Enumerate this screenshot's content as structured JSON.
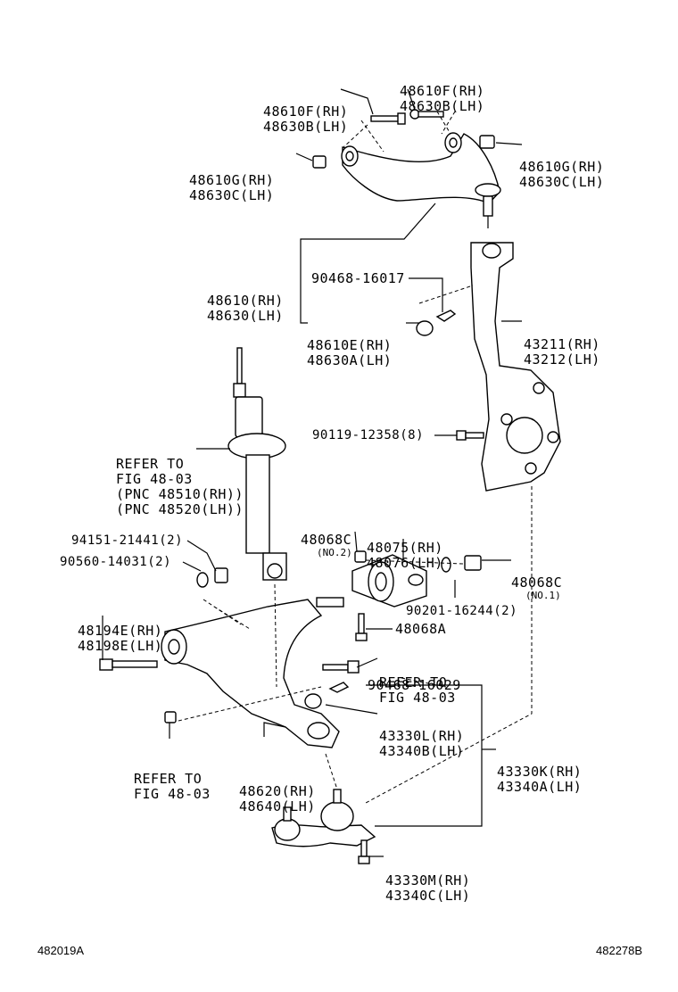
{
  "callouts": {
    "upper_bolt_left": [
      "48610F(RH)",
      "48630B(LH)"
    ],
    "upper_bolt_right": [
      "48610F(RH)",
      "48630B(LH)"
    ],
    "bushing_left": [
      "48610G(RH)",
      "48630C(LH)"
    ],
    "bushing_right": [
      "48610G(RH)",
      "48630C(LH)"
    ],
    "upper_arm": [
      "48610(RH)",
      "48630(LH)"
    ],
    "clip_upper": "90468-16017",
    "ball_joint_upper": [
      "48610E(RH)",
      "48630A(LH)"
    ],
    "knuckle": [
      "43211(RH)",
      "43212(LH)"
    ],
    "knuckle_bolt": "90119-12358(8)",
    "refer_shock": [
      "REFER TO",
      "FIG 48-03",
      "(PNC 48510(RH))",
      "(PNC 48520(LH))"
    ],
    "nut_no2": "48068C",
    "nut_no2_note": "(NO.2)",
    "lower_bushing": [
      "48075(RH)",
      "48076(LH)"
    ],
    "nut_no1": "48068C",
    "nut_no1_note": "(NO.1)",
    "washer": "90201-16244(2)",
    "bolt_48068a": "48068A",
    "nut_94151": "94151-21441(2)",
    "nut_90560": "90560-14031(2)",
    "lower_bolt": [
      "48194E(RH)",
      "48198E(LH)"
    ],
    "refer_right": [
      "REFER TO",
      "FIG 48-03"
    ],
    "clip_lower": "90468-16029",
    "ball_joint_lower": [
      "43330L(RH)",
      "43340B(LH)"
    ],
    "refer_left": [
      "REFER TO",
      "FIG 48-03"
    ],
    "lower_arm": [
      "48620(RH)",
      "48640(LH)"
    ],
    "ball_joint_assy": [
      "43330K(RH)",
      "43340A(LH)"
    ],
    "ball_joint_bolt": [
      "43330M(RH)",
      "43340C(LH)"
    ]
  },
  "footer": {
    "left_code": "482019A",
    "right_code": "482278B"
  }
}
